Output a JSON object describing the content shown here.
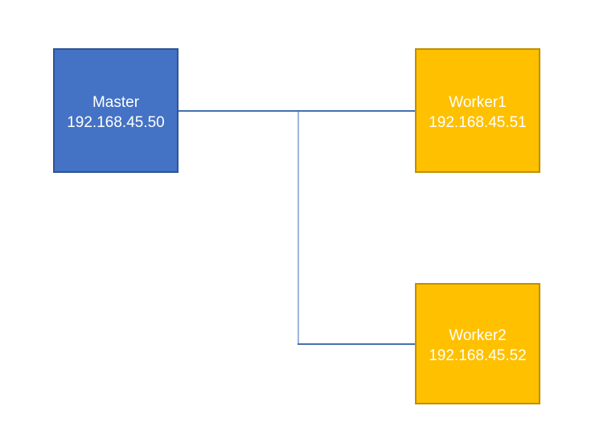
{
  "diagram": {
    "title": "cluster-network-topology",
    "nodes": [
      {
        "id": "master",
        "label": "Master",
        "ip": "192.168.45.50",
        "fill": "#4472C4",
        "border": "#2F5496",
        "text_color": "#FFFFFF"
      },
      {
        "id": "worker1",
        "label": "Worker1",
        "ip": "192.168.45.51",
        "fill": "#FFC000",
        "border": "#BF9000",
        "text_color": "#FFFFFF"
      },
      {
        "id": "worker2",
        "label": "Worker2",
        "ip": "192.168.45.52",
        "fill": "#FFC000",
        "border": "#BF9000",
        "text_color": "#FFFFFF"
      }
    ],
    "edges": [
      {
        "id": "trunk",
        "from": "master",
        "to": "worker1",
        "orientation": "horizontal",
        "color": "#4470AE"
      },
      {
        "id": "riser",
        "from": "trunk",
        "to": "branch",
        "orientation": "vertical",
        "color": "#9FB4DE"
      },
      {
        "id": "branch",
        "from": "riser",
        "to": "worker2",
        "orientation": "horizontal",
        "color": "#4470AE"
      }
    ]
  }
}
